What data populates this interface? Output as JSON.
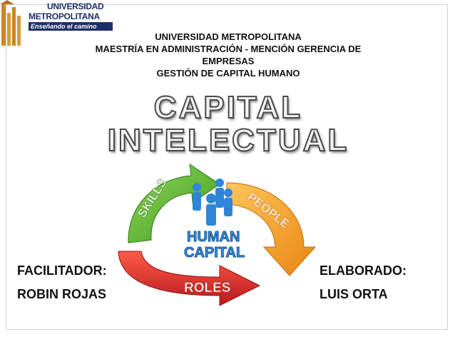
{
  "logo": {
    "line1": "UNIVERSIDAD",
    "line2": "METROPOLITANA",
    "tagline": "Enseñando el camino"
  },
  "header": {
    "line1": "UNIVERSIDAD METROPOLITANA",
    "line2": "MAESTRÍA EN ADMINISTRACIÓN - MENCIÓN GERENCIA DE",
    "line3": "EMPRESAS",
    "line4": "GESTIÓN DE CAPITAL HUMANO"
  },
  "title": {
    "line1": "CAPITAL",
    "line2": "INTELECTUAL"
  },
  "graphic": {
    "skills": "SKILLS",
    "people": "PEOPLE",
    "roles": "ROLES",
    "center_line1": "HUMAN",
    "center_line2": "CAPITAL",
    "colors": {
      "skills": "#5cb531",
      "people": "#f29b1c",
      "roles": "#e0282a",
      "center": "#2a7fd4"
    }
  },
  "facilitator": {
    "label": "FACILITADOR:",
    "name": "ROBIN ROJAS"
  },
  "author": {
    "label": "ELABORADO:",
    "name": "LUIS ORTA"
  }
}
